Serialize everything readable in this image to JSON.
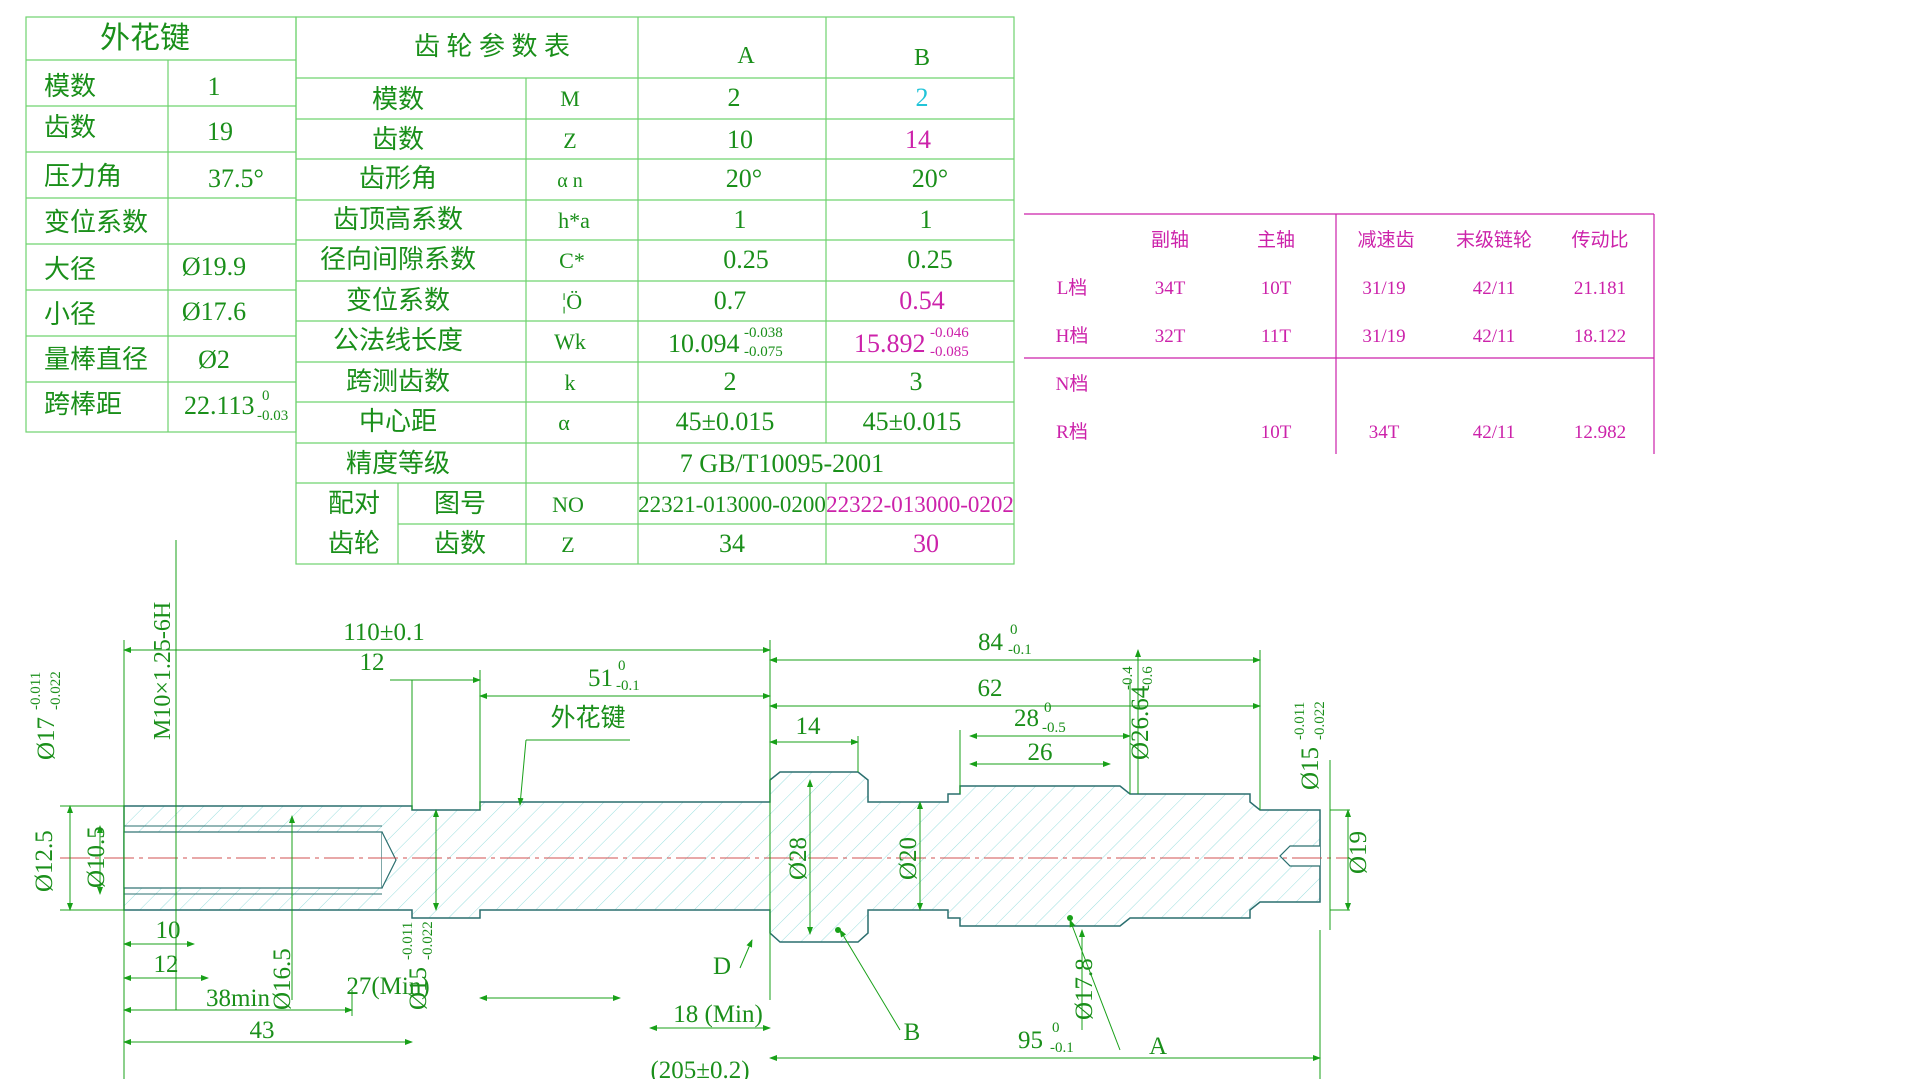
{
  "colors": {
    "grid": "#6fd36f",
    "text": "#1a8f1a",
    "magenta": "#cc22aa",
    "cyan": "#22c4d8",
    "hatch": "#8fd9d9",
    "centerline": "#d05050",
    "dim": "#18a018"
  },
  "spline_table": {
    "title": "外花键",
    "rows": [
      {
        "label": "模数",
        "value": "1"
      },
      {
        "label": "齿数",
        "value": "19"
      },
      {
        "label": "压力角",
        "value": "37.5°"
      },
      {
        "label": "变位系数",
        "value": ""
      },
      {
        "label": "大径",
        "value": "Ø19.9"
      },
      {
        "label": "小径",
        "value": "Ø17.6"
      },
      {
        "label": "量棒直径",
        "value": "Ø2"
      },
      {
        "label": "跨棒距",
        "value": "22.113",
        "tol_upper": "0",
        "tol_lower": "-0.03"
      }
    ]
  },
  "gear_table": {
    "title": "齿 轮 参 数 表",
    "col_a": "A",
    "col_b": "B",
    "rows": [
      {
        "label": "模数",
        "symbol": "M",
        "a": "2",
        "b": "2",
        "b_color": "cyan"
      },
      {
        "label": "齿数",
        "symbol": "Z",
        "a": "10",
        "b": "14",
        "b_color": "magenta"
      },
      {
        "label": "齿形角",
        "symbol": "α n",
        "a": "20°",
        "b": "20°",
        "b_color": "green"
      },
      {
        "label": "齿顶高系数",
        "symbol": "h*a",
        "a": "1",
        "b": "1",
        "b_color": "green"
      },
      {
        "label": "径向间隙系数",
        "symbol": "C*",
        "a": "0.25",
        "b": "0.25",
        "b_color": "green"
      },
      {
        "label": "变位系数",
        "symbol": "¦Ö",
        "a": "0.7",
        "b": "0.54",
        "b_color": "magenta"
      },
      {
        "label": "公法线长度",
        "symbol": "Wk",
        "a": "10.094",
        "a_up": "-0.038",
        "a_lo": "-0.075",
        "b": "15.892",
        "b_up": "-0.046",
        "b_lo": "-0.085",
        "b_color": "magenta"
      },
      {
        "label": "跨测齿数",
        "symbol": "k",
        "a": "2",
        "b": "3",
        "b_color": "green"
      },
      {
        "label": "中心距",
        "symbol": "α",
        "a": "45±0.015",
        "b": "45±0.015",
        "b_color": "green"
      }
    ],
    "precision_label": "精度等级",
    "precision_value": "7 GB/T10095-2001",
    "pair_label_1": "配对",
    "pair_label_2": "齿轮",
    "drawing_no_label": "图号",
    "drawing_no_symbol": "NO",
    "drawing_no_a": "22321-013000-0200",
    "drawing_no_b": "22322-013000-0202",
    "pair_teeth_label": "齿数",
    "pair_teeth_symbol": "Z",
    "pair_teeth_a": "34",
    "pair_teeth_b": "30"
  },
  "ratio_table": {
    "headers": [
      "副轴",
      "主轴",
      "减速齿",
      "末级链轮",
      "传动比"
    ],
    "rows": [
      {
        "gear": "L档",
        "cells": [
          "34T",
          "10T",
          "31/19",
          "42/11",
          "21.181"
        ]
      },
      {
        "gear": "H档",
        "cells": [
          "32T",
          "11T",
          "31/19",
          "42/11",
          "18.122"
        ]
      },
      {
        "gear": "N档",
        "cells": [
          "",
          "",
          "",
          "",
          ""
        ]
      },
      {
        "gear": "R档",
        "cells": [
          "",
          "10T",
          "34T",
          "42/11",
          "12.982"
        ]
      }
    ]
  },
  "dimensions": {
    "d110": "110±0.1",
    "d12a": "12",
    "d51": "51",
    "d51_up": "0",
    "d51_lo": "-0.1",
    "spline_note": "外花键",
    "d84": "84",
    "d84_up": "0",
    "d84_lo": "-0.1",
    "d62": "62",
    "d14": "14",
    "d28": "28",
    "d28_up": "0",
    "d28_lo": "-0.5",
    "d26": "26",
    "d26_64": "Ø26.64",
    "d26_64_up": "-0.4",
    "d26_64_lo": "-0.6",
    "thread": "M10×1.25-6H",
    "d17": "Ø17",
    "d17_up": "-0.011",
    "d17_lo": "-0.022",
    "d15": "Ø15",
    "d15_up": "-0.011",
    "d15_lo": "-0.022",
    "d12_5": "Ø12.5",
    "d10_5": "Ø10.5",
    "d28dia": "Ø28",
    "d20dia": "Ø20",
    "d19dia": "Ø19",
    "d10": "10",
    "d12b": "12",
    "d38": "38min",
    "d16_5": "Ø16.5",
    "d27": "27(Min)",
    "d15b": "Ø15",
    "d15b_up": "-0.011",
    "d15b_lo": "-0.022",
    "d43": "43",
    "d18": "18 (Min)",
    "d17_8": "Ø17.8",
    "d95": "95",
    "d95_up": "0",
    "d95_lo": "-0.1",
    "d205": "(205±0.2)",
    "label_a": "A",
    "label_b": "B",
    "label_d": "D"
  }
}
